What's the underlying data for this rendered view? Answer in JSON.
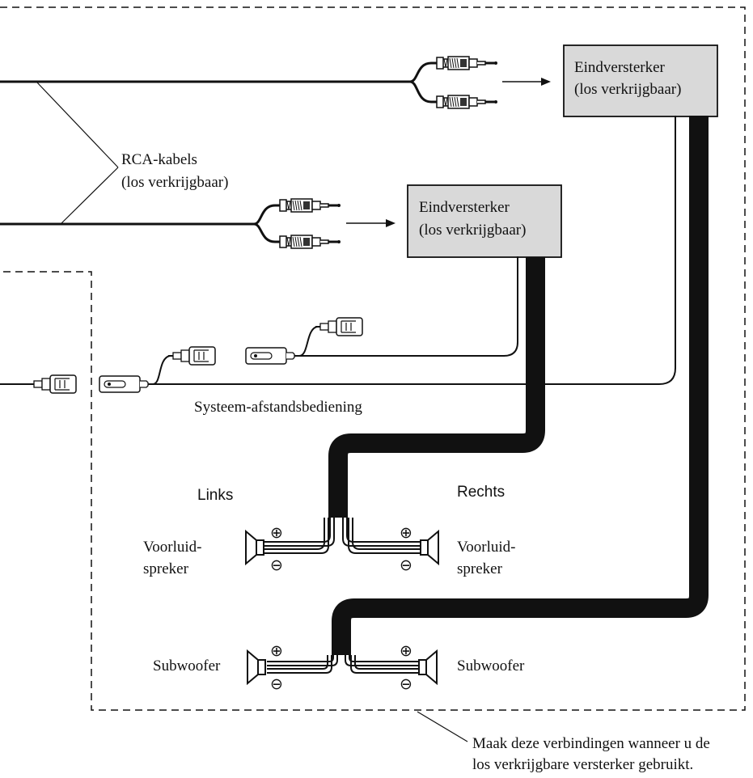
{
  "labels": {
    "rca_cables_line1": "RCA-kabels",
    "rca_cables_line2": "(los verkrijgbaar)",
    "amp_top_line1": "Eindversterker",
    "amp_top_line2": "(los verkrijgbaar)",
    "amp_mid_line1": "Eindversterker",
    "amp_mid_line2": "(los verkrijgbaar)",
    "system_remote": "Systeem-afstandsbediening",
    "left": "Links",
    "right": "Rechts",
    "front_left_line1": "Voorluid-",
    "front_left_line2": "spreker",
    "front_right_line1": "Voorluid-",
    "front_right_line2": "spreker",
    "sub_left": "Subwoofer",
    "sub_right": "Subwoofer",
    "note_line1": "Maak deze verbindingen wanneer u de",
    "note_line2": "los verkrijgbare versterker gebruikt."
  },
  "symbols": {
    "plus": "⊕",
    "minus": "⊖"
  },
  "colors": {
    "amplifier_fill": "#d9d9d9",
    "line": "#111111"
  }
}
